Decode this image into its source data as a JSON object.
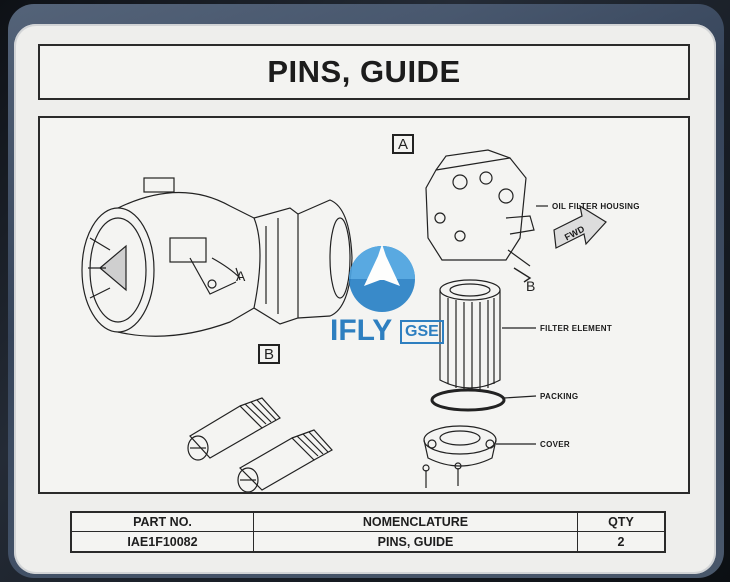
{
  "placard": {
    "title": "PINS, GUIDE"
  },
  "diagram": {
    "view_a_box": "A",
    "view_b_box": "B",
    "engine_callout": "A",
    "housing_callout": "B",
    "labels": {
      "oil_filter_housing": "OIL FILTER HOUSING",
      "filter_element": "FILTER ELEMENT",
      "packing": "PACKING",
      "cover": "COVER",
      "fwd": "FWD"
    }
  },
  "watermark": {
    "brand": "IFLY",
    "suffix": "GSE",
    "logo_colors": [
      "#3a8fd0",
      "#1f5f9e"
    ]
  },
  "table": {
    "headers": [
      "PART NO.",
      "NOMENCLATURE",
      "QTY"
    ],
    "row": [
      "IAE1F10082",
      "PINS, GUIDE",
      "2"
    ]
  }
}
